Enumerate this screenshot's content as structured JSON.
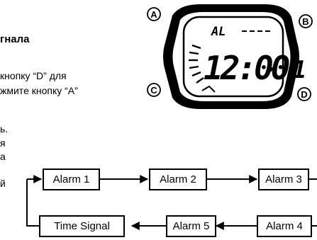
{
  "instructions": {
    "heading": "гнала",
    "line1": "кнопку “D” для",
    "line2": "жмите   кнопку   “A”",
    "line3": "ь.",
    "line4": "я",
    "line5": "а",
    "line6": "й"
  },
  "watch": {
    "buttons": [
      "A",
      "B",
      "C",
      "D"
    ],
    "display_mode": "AL",
    "display_time": "12:00",
    "display_suffix": "· 1"
  },
  "flow": {
    "row1": [
      "Alarm 1",
      "Alarm 2",
      "Alarm 3"
    ],
    "row2": [
      "Time Signal",
      "Alarm 5",
      "Alarm 4"
    ]
  }
}
